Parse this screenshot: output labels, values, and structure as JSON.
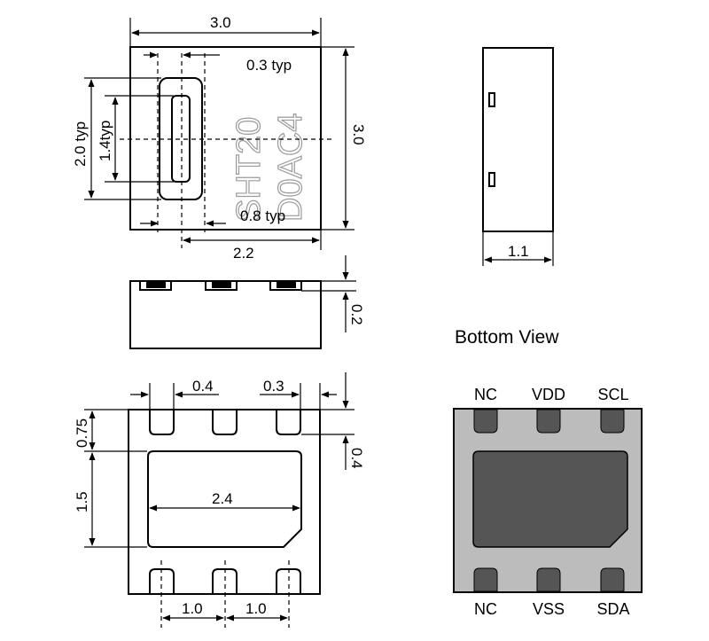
{
  "top_view": {
    "width_label": "3.0",
    "height_label": "3.0",
    "sensor_offset_label": "0.3 typ",
    "sensor_outer_height_label": "2.0 typ",
    "sensor_inner_height_label": "1.4typ",
    "sensor_width_label": "0.8 typ",
    "sensor_center_label": "2.2",
    "marking_line1": "SHT20",
    "marking_line2": "D0AC4"
  },
  "side_view": {
    "height_label": "0.2"
  },
  "end_view": {
    "width_label": "1.1"
  },
  "bottom_dims": {
    "pad_width_label": "0.4",
    "pad_edge_label": "0.3",
    "pad_length_label": "0.4",
    "pad_row_offset_label": "0.75",
    "die_pad_height_label": "1.5",
    "die_pad_width_label": "2.4",
    "pitch_label_1": "1.0",
    "pitch_label_2": "1.0"
  },
  "bottom_view": {
    "title": "Bottom View",
    "top_pins": [
      "NC",
      "VDD",
      "SCL"
    ],
    "bottom_pins": [
      "NC",
      "VSS",
      "SDA"
    ],
    "colors": {
      "body": "#bcbcbc",
      "pads": "#555555"
    }
  }
}
